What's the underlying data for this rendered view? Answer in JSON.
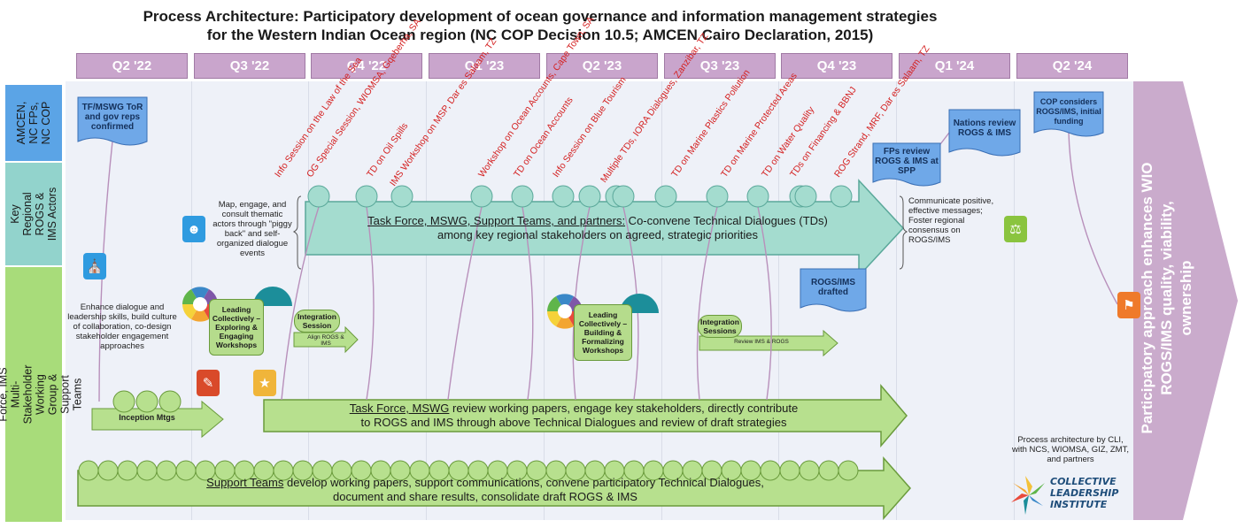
{
  "title": {
    "line1": "Process Architecture: Participatory development of ocean governance and information management strategies",
    "line2": "for the Western Indian Ocean region (NC COP Decision 10.5; AMCEN Cairo Declaration, 2015)"
  },
  "quarters": [
    "Q2 '22",
    "Q3 '22",
    "Q4 '22",
    "Q1 '23",
    "Q2 '23",
    "Q3 '23",
    "Q4 '23",
    "Q1 '24",
    "Q2 '24"
  ],
  "rows": {
    "amcen": "AMCEN, NC FPs, NC COP",
    "actors": "Key Regional ROGS & IMS Actors",
    "taskforce": "ROGS Task Force, IMS Multi-Stakeholder Working Group & Support Teams"
  },
  "milestones": {
    "tor": "TF/MSWG ToR and gov reps confirmed",
    "fps": "FPs review ROGS & IMS at SPP",
    "nations": "Nations review ROGS & IMS",
    "cop": "COP considers ROGS/IMS, initial funding",
    "drafted": "ROGS/IMS drafted"
  },
  "dialogues": [
    "Info Session on the Law of the Sea",
    "OG Special Session, WIOMSA, Gqeberha, SA",
    "TD on Oil Spills",
    "IMS Workshop on MSP, Dar es Salaam, TZ",
    "Workshop on Ocean Accounts, Cape Town, SA",
    "TD on Ocean Accounts",
    "Info Session on Blue Tourism",
    "Multiple TDs, IORA Dialogues, Zanzibar, TZ",
    "TD on Marine Plastics Pollution",
    "TD on Marine Protected Areas",
    "TD on Water Quality",
    "TDs on Financing & BBNJ",
    "ROG Strand, MRF, Dar es Salaam, TZ"
  ],
  "notes": {
    "map_engage": "Map, engage, and consult thematic actors through \"piggy back\" and self-organized dialogue events",
    "communicate": "Communicate positive, effective messages; Foster regional consensus on ROGS/IMS",
    "enhance": "Enhance dialogue and leadership skills, build culture of collaboration, co-design stakeholder engagement approaches",
    "credits": "Process architecture by CLI, with NCS, WIOMSA, GIZ, ZMT, and partners"
  },
  "workshops": {
    "lc1": "Leading Collectively – Exploring & Engaging Workshops",
    "lc2": "Leading Collectively – Building & Formalizing Workshops",
    "int1": "Integration Session",
    "int1_sub": "Align ROGS & IMS",
    "int2": "Integration Sessions",
    "int2_sub": "Review IMS & ROGS",
    "inception": "Inception Mtgs"
  },
  "arrows": {
    "td_lead": "Task Force, MSWG, Support Teams, and partners:",
    "td_rest": " Co-convene Technical Dialogues (TDs)",
    "td_line2": "among key regional stakeholders on agreed, strategic priorities",
    "tf_lead": "Task Force, MSWG",
    "tf_rest": " review working papers, engage key stakeholders, directly contribute",
    "tf_line2": "to ROGS and IMS through above Technical Dialogues and review of draft strategies",
    "st_lead": "Support Teams",
    "st_rest": " develop working papers, support communications, convene participatory Technical Dialogues,",
    "st_line2": "document and share results, consolidate draft ROGS & IMS"
  },
  "big_arrow": {
    "line1": "Participatory approach enhances WIO",
    "line2": "ROGS/IMS quality, viability,",
    "line3": "ownership"
  },
  "logo": {
    "line1": "COLLECTIVE",
    "line2": "LEADERSHIP",
    "line3": "INSTITUTE"
  },
  "colors": {
    "quarter": "#c9a5cc",
    "amcen_row": "#5ba4e6",
    "actors_row": "#92d3cc",
    "taskforce_row": "#a8dc7a",
    "td_arrow": "#a4dccf",
    "green_arrow": "#b7e08e",
    "doc_blue": "#6fa8e8",
    "red_text": "#d42020",
    "big_arrow": "#c4a2c7"
  }
}
